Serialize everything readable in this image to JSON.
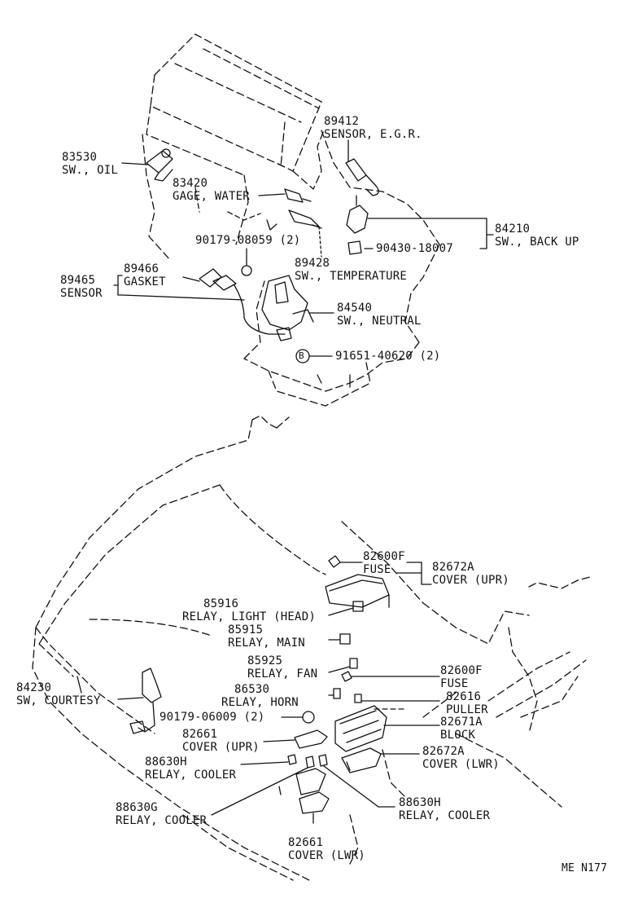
{
  "parts": {
    "sw_oil": {
      "number": "83530",
      "name": "SW., OIL"
    },
    "sensor_egr": {
      "number": "89412",
      "name": "SENSOR, E.G.R."
    },
    "gage_water": {
      "number": "83420",
      "name": "GAGE, WATER"
    },
    "bolt_08059": {
      "number": "90179-08059 (2)"
    },
    "sw_back_up": {
      "number": "84210",
      "name": "SW., BACK UP"
    },
    "washer_18007": {
      "number": "90430-18007"
    },
    "gasket": {
      "number": "89466",
      "name": "GASKET"
    },
    "sensor_89465": {
      "number": "89465",
      "name": "SENSOR"
    },
    "sw_temperature": {
      "number": "89428",
      "name": "SW., TEMPERATURE"
    },
    "sw_neutral": {
      "number": "84540",
      "name": "SW., NEUTRAL"
    },
    "bolt_40620": {
      "marker": "B",
      "number": "91651-40620 (2)"
    },
    "fuse_upper": {
      "number": "82600F",
      "name": "FUSE"
    },
    "cover_upr_block": {
      "number": "82672A",
      "name": "COVER (UPR)"
    },
    "relay_light": {
      "number": "85916",
      "name": "RELAY, LIGHT (HEAD)"
    },
    "relay_main": {
      "number": "85915",
      "name": "RELAY, MAIN"
    },
    "relay_fan": {
      "number": "85925",
      "name": "RELAY, FAN"
    },
    "fuse_lower": {
      "number": "82600F",
      "name": "FUSE"
    },
    "sw_courtesy": {
      "number": "84230",
      "name": "SW, COURTESY"
    },
    "relay_horn": {
      "number": "86530",
      "name": "RELAY, HORN"
    },
    "puller": {
      "number": "82616",
      "name": "PULLER"
    },
    "bolt_06009": {
      "number": "90179-06009 (2)"
    },
    "block": {
      "number": "82671A",
      "name": "BLOCK"
    },
    "cover_upr_small": {
      "number": "82661",
      "name": "COVER (UPR)"
    },
    "cover_lwr_block": {
      "number": "82672A",
      "name": "COVER (LWR)"
    },
    "relay_cooler_h_left": {
      "number": "88630H",
      "name": "RELAY, COOLER"
    },
    "relay_cooler_g": {
      "number": "88630G",
      "name": "RELAY, COOLER"
    },
    "relay_cooler_h_right": {
      "number": "88630H",
      "name": "RELAY, COOLER"
    },
    "cover_lwr_small": {
      "number": "82661",
      "name": "COVER (LWR)"
    }
  },
  "drawing_code": "ME  N177"
}
